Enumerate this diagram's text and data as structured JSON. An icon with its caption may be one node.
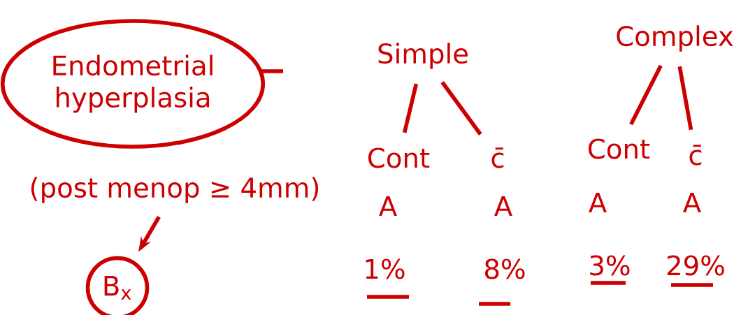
{
  "diagram": {
    "nodes": [
      {
        "text": [
          "Endometrial hyperplasia"
        ]
      },
      {
        "text": [
          "(post menop ≥ 4mm)"
        ]
      },
      {
        "text": [
          "B$_{x}$"
        ]
      },
      {
        "text": [
          "Simple"
        ]
      },
      {
        "text": [
          "Complex"
        ]
      },
      {
        "text": [
          "Cont"
        ]
      },
      {
        "text": [
          "c̄"
        ]
      },
      {
        "text": [
          "Cont"
        ]
      },
      {
        "text": [
          "c̄"
        ]
      }
    ],
    "edges": [
      {
        "from": 1,
        "to": 2,
        "arrow": "to"
      },
      {
        "from": 3,
        "to": 5,
        "arrow": "none"
      },
      {
        "from": 3,
        "to": 6,
        "arrow": "none"
      },
      {
        "from": 4,
        "to": 7,
        "arrow": "none"
      },
      {
        "from": 4,
        "to": 8,
        "arrow": "none"
      }
    ],
    "labels": [
      "A",
      "A",
      "A",
      "A",
      "1%",
      "8%",
      "3%",
      "29%"
    ]
  }
}
